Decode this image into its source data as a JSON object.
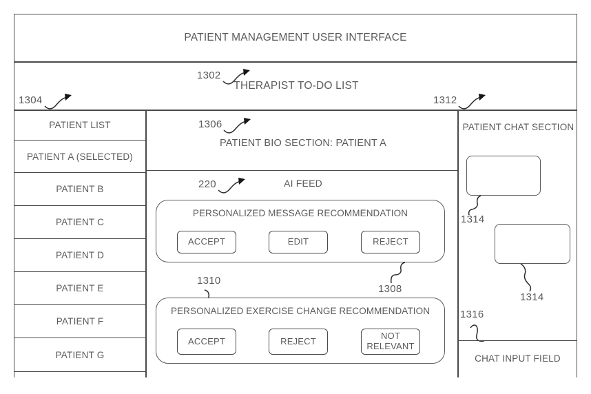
{
  "figure": {
    "banner_title": "PATIENT MANAGEMENT USER INTERFACE",
    "todo_title": "THERAPIST TO-DO LIST"
  },
  "refs": {
    "r1302": "1302",
    "r1304": "1304",
    "r1306": "1306",
    "r220": "220",
    "r1308": "1308",
    "r1310": "1310",
    "r1312": "1312",
    "r1314_a": "1314",
    "r1314_b": "1314",
    "r1316": "1316"
  },
  "patient_list": {
    "header": "PATIENT LIST",
    "items": [
      {
        "label": "PATIENT A (SELECTED)"
      },
      {
        "label": "PATIENT B"
      },
      {
        "label": "PATIENT C"
      },
      {
        "label": "PATIENT D"
      },
      {
        "label": "PATIENT E"
      },
      {
        "label": "PATIENT F"
      },
      {
        "label": "PATIENT G"
      }
    ]
  },
  "center": {
    "bio_title": "PATIENT BIO SECTION: PATIENT A",
    "ai_feed_title": "AI FEED",
    "cards": [
      {
        "heading": "PERSONALIZED MESSAGE RECOMMENDATION",
        "buttons": [
          {
            "label": "ACCEPT"
          },
          {
            "label": "EDIT"
          },
          {
            "label": "REJECT"
          }
        ]
      },
      {
        "heading": "PERSONALIZED EXERCISE CHANGE RECOMMENDATION",
        "buttons": [
          {
            "label": "ACCEPT"
          },
          {
            "label": "REJECT"
          },
          {
            "label": "NOT\nRELEVANT"
          }
        ]
      }
    ]
  },
  "chat": {
    "title": "PATIENT CHAT SECTION",
    "bubbles": [
      {
        "text": ""
      },
      {
        "text": ""
      }
    ],
    "input_label": "CHAT INPUT FIELD"
  },
  "colors": {
    "line": "#4a4a4a",
    "text": "#5a5a5a",
    "arrow": "#151515",
    "background": "#ffffff"
  }
}
